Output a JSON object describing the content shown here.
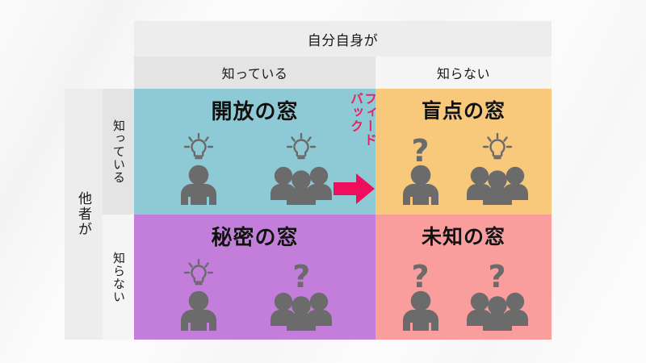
{
  "diagram": {
    "name": "johari-window",
    "column_header": {
      "title": "自分自身が",
      "left": "知っている",
      "right": "知らない"
    },
    "row_header": {
      "title": "他者が",
      "top": "知っている",
      "bottom": "知らない"
    },
    "quadrants": [
      {
        "id": "open",
        "title": "開放の窓",
        "color": "#8ecad5",
        "self_state": "lightbulb",
        "others_state": "lightbulb"
      },
      {
        "id": "blind",
        "title": "盲点の窓",
        "color": "#f8c87b",
        "self_state": "question",
        "others_state": "lightbulb"
      },
      {
        "id": "hidden",
        "title": "秘密の窓",
        "color": "#c37edb",
        "self_state": "lightbulb",
        "others_state": "question"
      },
      {
        "id": "unknown",
        "title": "未知の窓",
        "color": "#fa9d9d",
        "self_state": "question",
        "others_state": "question"
      }
    ],
    "annotation": {
      "feedback_line1": "フィード",
      "feedback_line2": "バック",
      "feedback_color": "#e8225f",
      "arrow_color": "#ef0e5c",
      "arrow_direction": "right"
    },
    "icons": {
      "question_glyph": "?",
      "figure_color": "#6b6b6b"
    }
  }
}
